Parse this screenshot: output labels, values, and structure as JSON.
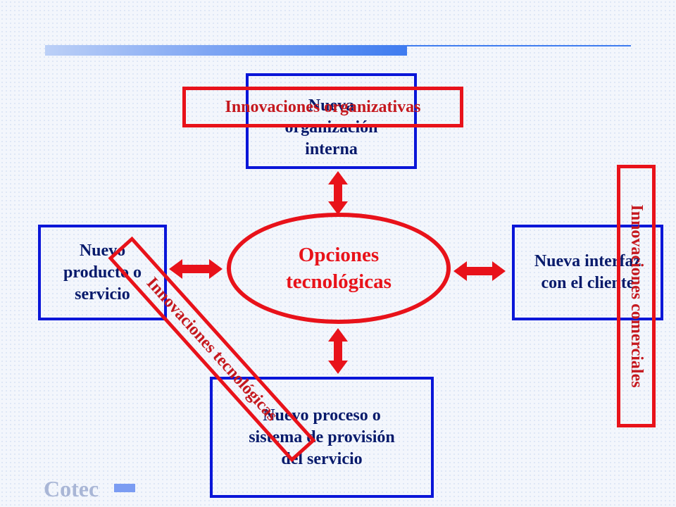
{
  "nodes": {
    "top": "Nueva organización interna",
    "left": "Nuevo producto o servicio",
    "right": "Nueva interfaz con el cliente",
    "bottom": "Nuevo proceso o sistema de provisión del servicio",
    "center": "Opciones tecnológicas"
  },
  "labels": {
    "organizativas": "Innovaciones organizativas",
    "comerciales": "Innovaciones comerciales",
    "tecnologicas": "Innovaciones tecnológicas"
  },
  "branding": {
    "logo_text": "Cotec"
  },
  "colors": {
    "blue_border": "#0a16d8",
    "red": "#e8121a",
    "accent_bar": "#3f7cf0"
  }
}
